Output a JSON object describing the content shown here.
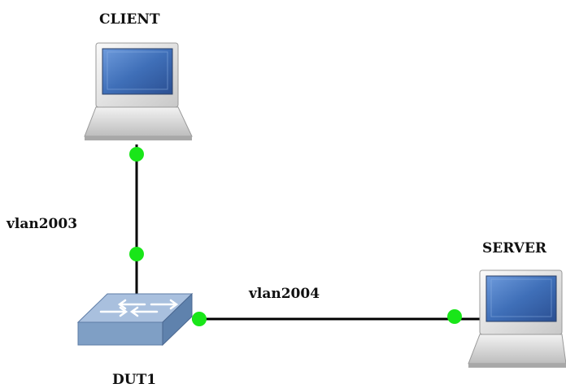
{
  "nodes": {
    "client": {
      "label": "CLIENT",
      "icon": "laptop-icon"
    },
    "server": {
      "label": "SERVER",
      "icon": "laptop-icon"
    },
    "dut1": {
      "label": "DUT1",
      "icon": "switch-icon"
    }
  },
  "links": {
    "client_dut1": {
      "label": "vlan2003"
    },
    "dut1_server": {
      "label": "vlan2004"
    }
  },
  "colors": {
    "port": "#19e619",
    "line": "#000000",
    "screen": "#3f6fb8",
    "switch": "#7f9fc5"
  }
}
